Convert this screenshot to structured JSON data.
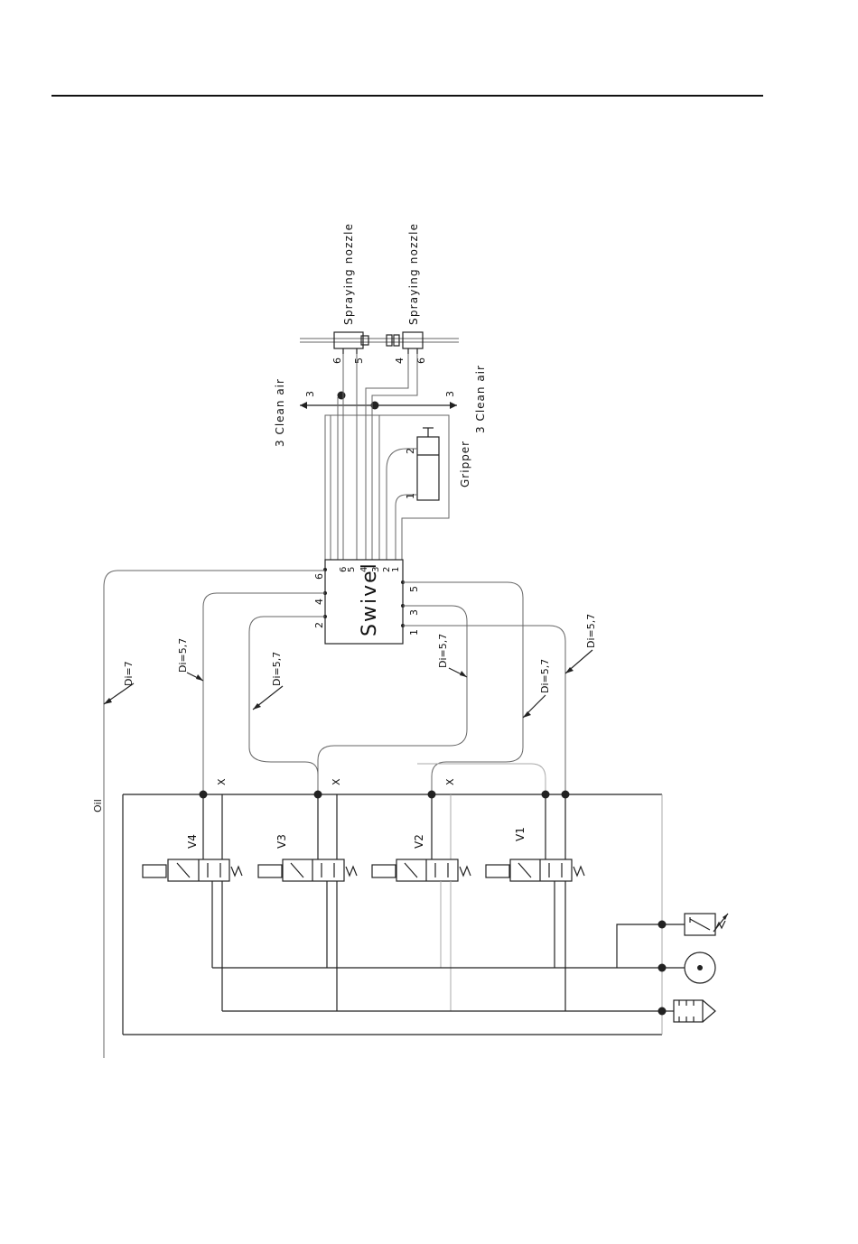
{
  "labels": {
    "spraying_nozzle_1": "Spraying nozzle",
    "spraying_nozzle_2": "Spraying nozzle",
    "clean_air_left": "3 Clean air",
    "clean_air_right": "3 Clean air",
    "clean_air_num_left": "3",
    "clean_air_num_right": "3",
    "gripper": "Gripper",
    "gripper_port_1": "1",
    "gripper_port_2": "2",
    "swivel": "Swivel",
    "nozzle1_port_a": "6",
    "nozzle1_port_b": "5",
    "nozzle2_port_a": "4",
    "nozzle2_port_b": "6",
    "swivel_top_ports": [
      "6",
      "5",
      "4",
      "3",
      "2",
      "1"
    ],
    "swivel_left_ports": [
      "6",
      "4",
      "2"
    ],
    "swivel_right_ports": [
      "5",
      "3",
      "1"
    ],
    "di_7": "Di=7",
    "di_57_a": "Di=5,7",
    "di_57_b": "Di=5,7",
    "di_57_c": "Di=5,7",
    "di_57_d": "Di=5,7",
    "di_57_e": "Di=5,7",
    "oil": "Oil",
    "x_marks": [
      "X",
      "X",
      "X"
    ],
    "valves": [
      "V4",
      "V3",
      "V2",
      "V1"
    ]
  }
}
